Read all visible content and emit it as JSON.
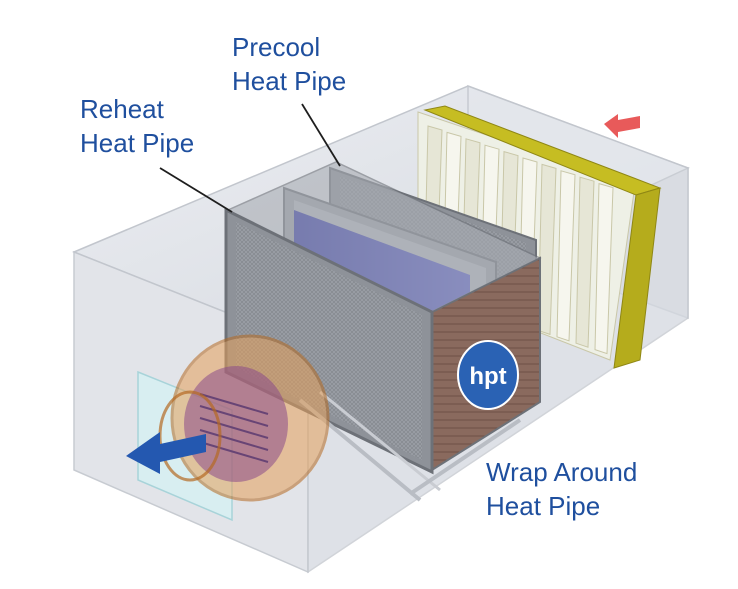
{
  "labels": {
    "precool": [
      "Precool",
      "Heat Pipe"
    ],
    "reheat": [
      "Reheat",
      "Heat Pipe"
    ],
    "wrap_around": [
      "Wrap Around",
      "Heat Pipe"
    ]
  },
  "logo": {
    "text": "hpt"
  },
  "colors": {
    "label_text": "#1f4f9e",
    "duct_glass": "#d9dde4",
    "coil_frame": "#8e9299",
    "coil_face": "#3b3fb8",
    "filter_frame": "#b8b020",
    "fan_housing": "#d98b3a",
    "arrow_in": "#e85a5a",
    "arrow_out": "#2458b0",
    "logo_bg": "#2a62b4"
  },
  "icons": {
    "air_inlet": "red-arrow-icon",
    "air_outlet": "blue-arrow-icon"
  }
}
